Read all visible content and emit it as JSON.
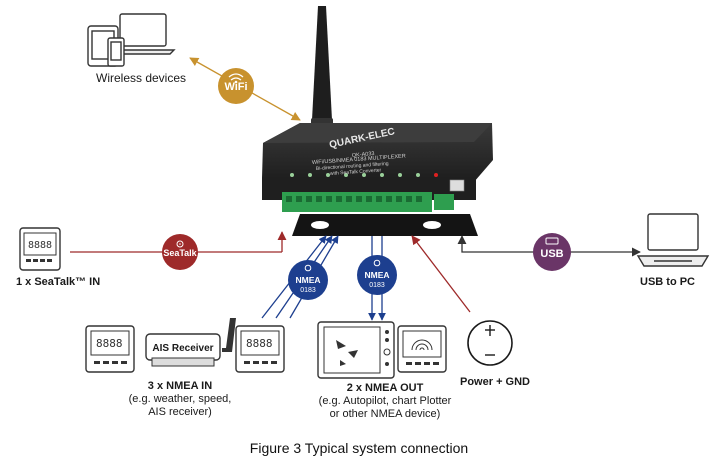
{
  "diagram": {
    "caption": "Figure 3 Typical system connection",
    "labels": {
      "wireless_devices": "Wireless devices",
      "wifi": "WiFi",
      "seatalk_badge": "SeaTalk",
      "seatalk_in": "1 x SeaTalk™  IN",
      "usb_badge": "USB",
      "usb_to_pc": "USB to PC",
      "nmea_badge_top": "NMEA",
      "nmea_badge_bottom": "0183",
      "ais_receiver": "AIS Receiver",
      "nmea_in_title": "3 x NMEA IN",
      "nmea_in_line2": "(e.g. weather, speed,",
      "nmea_in_line3": "AIS receiver)",
      "nmea_out_title": "2 x NMEA OUT",
      "nmea_out_line2": "(e.g. Autopilot, chart Plotter",
      "nmea_out_line3": "or other NMEA device)",
      "power_gnd": "Power + GND",
      "device_brand": "QUARK-ELEC",
      "device_model": "QK-A033",
      "device_desc1": "WiFi/USB/NMEA 0183 MULTIPLEXER",
      "device_desc2": "Bi-directional routing and filtering",
      "device_desc3": "with SeaTalk Converter",
      "display_digits": "8888"
    },
    "colors": {
      "wifi_gold": "#c8922e",
      "seatalk_red": "#9e2a2a",
      "usb_purple": "#6a3567",
      "nmea_blue": "#1d3f8f",
      "line_gray": "#333333",
      "device_body": "#2a2a2a",
      "terminal_green": "#2e9e4f"
    }
  }
}
